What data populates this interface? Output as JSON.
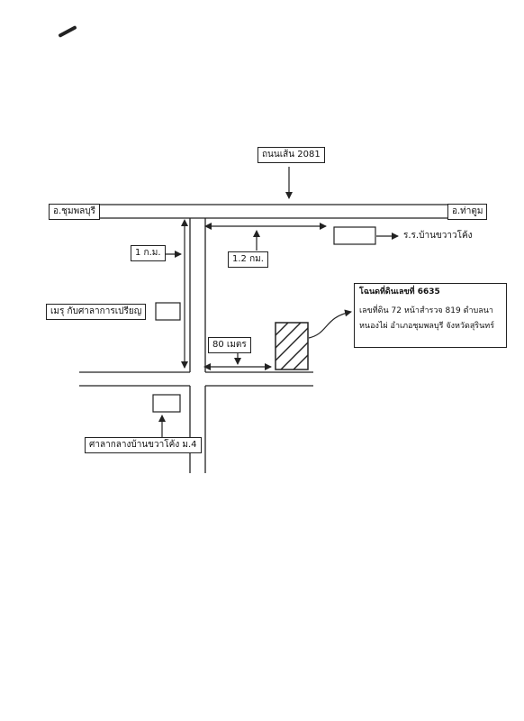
{
  "labels": {
    "road_2081": "ถนนเส้น 2081",
    "to_chumphon_buri": "อ.ชุมพลบุรี",
    "to_tha_tum": "อ.ท่าตูม",
    "dist_1km": "1 ก.ม.",
    "dist_1_2km": "1.2 กม.",
    "school_ban_khwao_khong": "ร.ร.บ้านขวาวโค้ง",
    "mayor_pavilion": "เมรุ กับศาลาการเปรียญ",
    "dist_80m": "80 เมตร",
    "village_hall": "ศาลากลางบ้านขวาโค้ง ม.4"
  },
  "info": {
    "line1": "โฉนดที่ดินเลขที่ 6635",
    "line2": "เลขที่ดิน 72 หน้าสำรวจ 819 ตำบลนา",
    "line3": "หนองไผ่ อำเภอชุมพลบุรี จังหวัดสุรินทร์"
  },
  "colors": {
    "line": "#222222",
    "paper": "#ffffff"
  }
}
